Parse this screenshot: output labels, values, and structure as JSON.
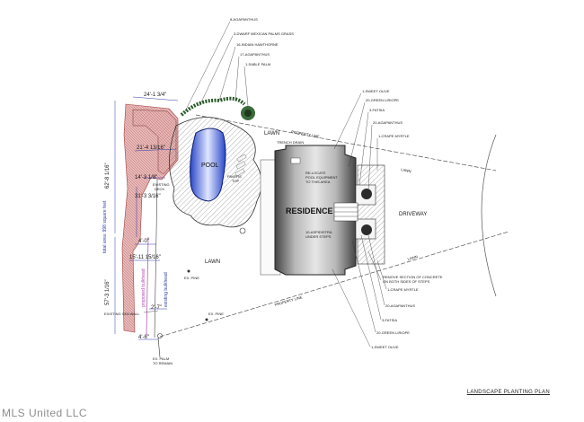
{
  "plan": {
    "title": "LANDSCAPE PLANTING PLAN",
    "watermark": "MLS United LLC",
    "labels": {
      "pool": "POOL",
      "residence": "RESIDENCE",
      "driveway": "DRIVEWAY",
      "lawn_top": "LAWN",
      "lawn_left": "LAWN",
      "lawn_drive_top": "LAWN",
      "lawn_drive_bottom": "LAWN",
      "trench_drain": "TRENCH DRAIN",
      "relocate_1": "RE-LOCATE",
      "relocate_2": "POOL EQUIPMENT",
      "relocate_3": "TO THIS AREA",
      "aspidistra_1": "10-ASPIDISTRA",
      "aspidistra_2": "UNDER STEPS",
      "existing_deck_1": "EXISTING",
      "existing_deck_2": "DECK",
      "ex_pine_1": "EX. PINE",
      "ex_pine_2": "EX. PINE",
      "ex_palm_1": "EX. PALM",
      "ex_palm_2": "TO REMAIN",
      "existing_seawall": "EXISTING SEA WALL",
      "property_line_top": "PROPERTY LINE",
      "property_line_bottom": "PROPERTY LINE",
      "total_area": "total area: 998 square feet",
      "proposed_bulkhead": "proposed bulkhead",
      "existing_bulkhead": "existing bulkhead",
      "paving_note_1": "PAVERS",
      "paving_note_2": "TOP"
    },
    "dimensions": {
      "d1": "24'-1 3/4\"",
      "d2": "21'-4 13/16\"",
      "d3": "14'-3 1/8\"",
      "d4": "62'-8 1/16\"",
      "d5": "31'-3 3/16\"",
      "d6": "4'-0\"",
      "d7": "15'-11 15/16\"",
      "d8": "57'-3 1/16\"",
      "d9": "2'-7\"",
      "d10": "4'-6\""
    },
    "callouts_top": [
      "8-AGAPANTHUS",
      "3-DWARF MEXICAN PALMS GRASS",
      "16-INDIAN HAWTHORNE",
      "17-AGAPANTHUS",
      "1-SABLE PALM"
    ],
    "callouts_right_top": [
      "1-SWEET OLIVE",
      "20-GREEN LIRIOPE",
      "3-FATSIA",
      "20-AGAPANTHUS",
      "1-CRAPE MYRTLE"
    ],
    "callouts_right_bottom": [
      "REMOVE SECTION OF CONCRETE",
      "ON BOTH SIDES OF STEPS",
      "1-CRAPE MYRTLE",
      "20-AGAPANTHUS",
      "3-FATSIA",
      "20-GREEN LIRIOPE",
      "1-SWEET OLIVE"
    ]
  }
}
